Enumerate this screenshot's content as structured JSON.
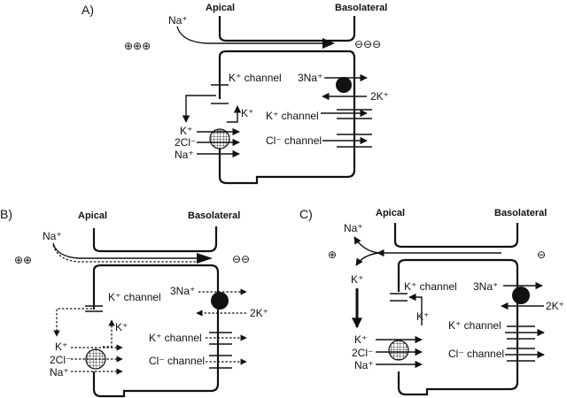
{
  "panels": {
    "a": {
      "label": "A)",
      "apical": "Apical",
      "basolateral": "Basolateral",
      "lumen_ion": "Na⁺",
      "left_charge": "⊕⊕⊕",
      "right_charge": "⊖⊖⊖",
      "apical_channel": "K⁺ channel",
      "pump_na": "3Na⁺",
      "pump_k": "2K⁺",
      "baso_k_channel": "K⁺ channel",
      "baso_cl_channel": "Cl⁻ channel",
      "recycle_k": "K⁺",
      "cotransport_k": "K⁺",
      "cotransport_cl": "2Cl⁻",
      "cotransport_na": "Na⁺"
    },
    "b": {
      "label": "B)",
      "apical": "Apical",
      "basolateral": "Basolateral",
      "lumen_ion": "Na⁺",
      "left_charge": "⊕⊕",
      "right_charge": "⊖⊖",
      "apical_channel": "K⁺ channel",
      "pump_na": "3Na⁺",
      "pump_k": "2K⁺",
      "baso_k_channel": "K⁺ channel",
      "baso_cl_channel": "Cl⁻ channel",
      "recycle_k": "K⁺",
      "cotransport_k": "K⁺",
      "cotransport_cl": "2Cl⁻",
      "cotransport_na": "Na⁺"
    },
    "c": {
      "label": "C)",
      "apical": "Apical",
      "basolateral": "Basolateral",
      "lumen_ion": "Na⁺",
      "left_charge": "⊕",
      "right_charge": "⊖",
      "secreted_k": "K⁺",
      "apical_channel": "K⁺ channel",
      "pump_na": "3Na⁺",
      "pump_k": "2K⁺",
      "baso_k_channel": "K⁺ channel",
      "baso_cl_channel": "Cl⁻ channel",
      "recycle_k": "K⁺",
      "cotransport_k": "K⁺",
      "cotransport_cl": "2Cl⁻",
      "cotransport_na": "Na⁺"
    }
  }
}
